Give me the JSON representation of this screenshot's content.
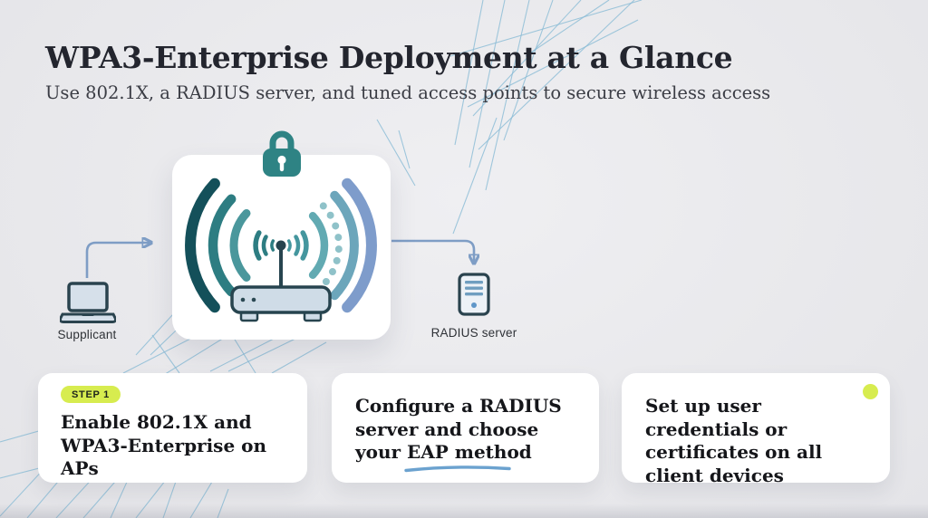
{
  "theme": {
    "background": "#e9e9ec",
    "card_bg": "#ffffff",
    "title_color": "#23252e",
    "subtitle_color": "#3b3d45",
    "accent_lime": "#d7ec4f",
    "arrow_blue": "#7e9dc5",
    "line_blue": "#8abcd6",
    "teal_darkest": "#14505a",
    "teal": "#2d7d82",
    "teal_light": "#4a979c",
    "steel_blue": "#7e9ccb",
    "lock_teal": "#2e8384",
    "outline_dark": "#29424d"
  },
  "header": {
    "title": "WPA3-Enterprise Deployment at a Glance",
    "subtitle": "Use 802.1X, a RADIUS server, and tuned access points to secure wireless access"
  },
  "diagram": {
    "supplicant_label": "Supplicant",
    "radius_label": "RADIUS server",
    "icons": {
      "lock": "lock-icon",
      "access_point": "wifi-router-icon",
      "supplicant": "laptop-icon",
      "radius": "server-icon"
    }
  },
  "steps": [
    {
      "badge": "STEP 1",
      "text": "Enable 802.1X and WPA3-Enterprise on APs"
    },
    {
      "text_main": "Configure a RADIUS server and choose your ",
      "text_underlined": "EAP method"
    },
    {
      "text": "Set up user credentials or certificates on all client devices"
    }
  ]
}
